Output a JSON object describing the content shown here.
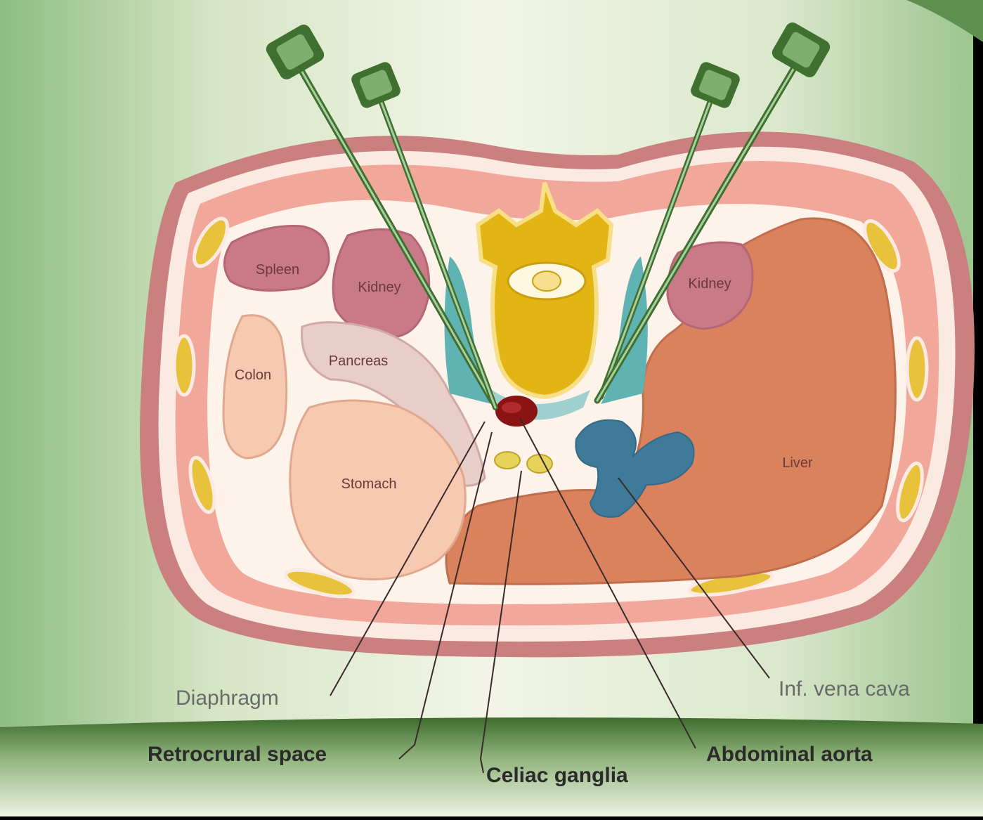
{
  "organs": {
    "spleen": "Spleen",
    "kidney_left": "Kidney",
    "kidney_right": "Kidney",
    "colon": "Colon",
    "pancreas": "Pancreas",
    "stomach": "Stomach",
    "liver": "Liver"
  },
  "callouts": {
    "diaphragm": "Diaphragm",
    "retrocrural": "Retrocrural space",
    "celiac": "Celiac ganglia",
    "aorta": "Abdominal aorta",
    "ivc": "Inf. vena cava"
  },
  "colors": {
    "background_light": "#eef3df",
    "background_green": "#8fbf84",
    "bottom_band": "#3b6b2a",
    "skin": "#d48a8a",
    "muscle": "#f0a89a",
    "fat": "#fbeee6",
    "vertebra": "#e2b414",
    "liver": "#d9825d",
    "ivc": "#3f7a9a",
    "aorta": "#8a1414",
    "spleen_kidney": "#c97a86",
    "needle": "#3f7030"
  }
}
